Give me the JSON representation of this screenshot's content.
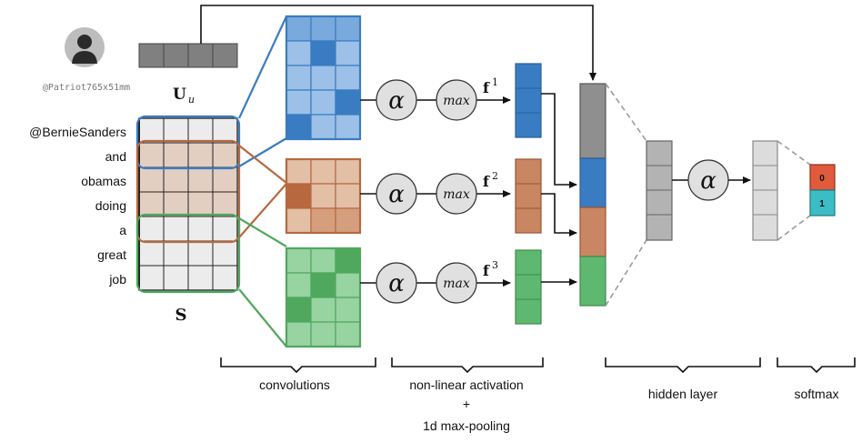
{
  "user": {
    "handle": "@Patriot765x51mm",
    "embedding_label": "U",
    "embedding_subscript": "u"
  },
  "sentence": {
    "words": [
      "@BernieSanders",
      "and",
      "obamas",
      "doing",
      "a",
      "great",
      "job"
    ],
    "matrix_label": "S"
  },
  "blocks": {
    "alpha": "α",
    "max": "max",
    "f1": "f",
    "f1_sup": "1",
    "f2": "f",
    "f2_sup": "2",
    "f3": "f",
    "f3_sup": "3"
  },
  "softmax_outputs": [
    "0",
    "1"
  ],
  "stages": {
    "convolutions": "convolutions",
    "activation_line1": "non-linear activation",
    "activation_line2": "+",
    "activation_line3": "1d max-pooling",
    "hidden": "hidden layer",
    "softmax": "softmax"
  },
  "colors": {
    "blue": "#3a7cc1",
    "orange": "#b8683f",
    "green": "#4fa85e",
    "gray": "#8f8f8f",
    "red": "#e05a3c",
    "teal": "#3cbcc4"
  }
}
